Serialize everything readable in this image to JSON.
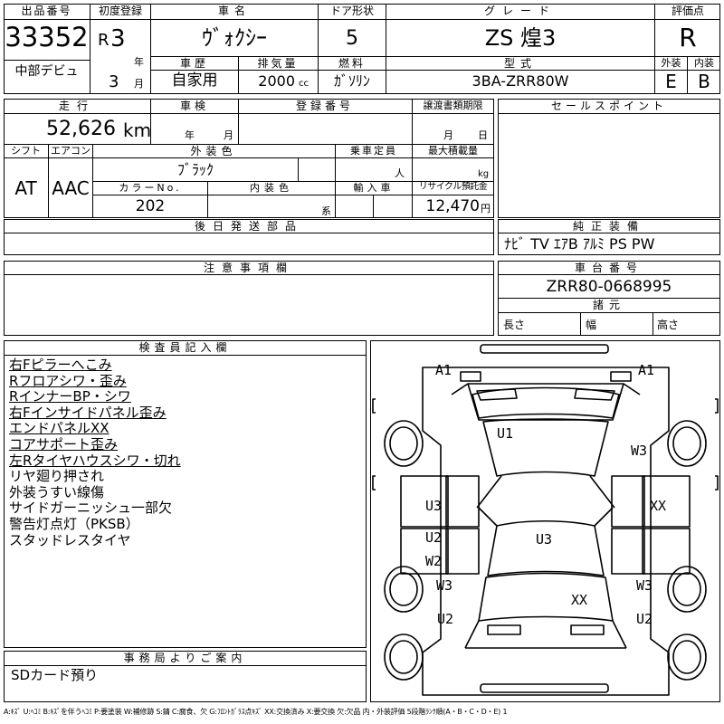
{
  "header": {
    "lot_no_label": "出品番号",
    "lot_no": "33352",
    "auction_house": "中部デビュ",
    "first_reg_label": "初度登録",
    "era": "R",
    "year": "3",
    "year_unit": "年",
    "month": "3",
    "month_unit": "月",
    "car_name_label": "車名",
    "car_name": "ｳﾞｫｸｼｰ",
    "doors_label": "ドア形状",
    "doors": "5",
    "grade_label": "グレード",
    "grade": "ZS 煌3",
    "score_label": "評価点",
    "score": "R",
    "history_label": "車歴",
    "history": "自家用",
    "displacement_label": "排気量",
    "displacement": "2000",
    "displacement_unit": "cc",
    "fuel_label": "燃料",
    "fuel": "ｶﾞｿﾘﾝ",
    "model_code_label": "型式",
    "model_code": "3BA-ZRR80W",
    "exterior_label": "外装",
    "exterior": "E",
    "interior_label": "内装",
    "interior": "B"
  },
  "row2": {
    "mileage_label": "走行",
    "mileage": "52,626",
    "mileage_unit": "km",
    "inspection_label": "車検",
    "inspection_year_unit": "年",
    "inspection_month_unit": "月",
    "reg_no_label": "登録番号",
    "transfer_label": "譲渡書類期限",
    "transfer_month_unit": "月",
    "transfer_day_unit": "日",
    "shift_label": "シフト",
    "shift": "AT",
    "ac_label": "エアコン",
    "ac": "AAC",
    "ext_color_label": "外装色",
    "ext_color": "ﾌﾞﾗｯｸ",
    "capacity_label": "乗車定員",
    "capacity_unit": "人",
    "max_load_label": "最大積載量",
    "max_load_unit": "kg",
    "color_no_label": "カラーNo.",
    "color_no": "202",
    "int_color_label": "内装色",
    "int_color_unit": "系",
    "import_label": "輸入車",
    "recycle_label": "リサイクル預託金",
    "recycle": "12,470",
    "recycle_unit": "円"
  },
  "sales_point": {
    "label": "セールスポイント"
  },
  "parts_later": {
    "label": "後日発送部品"
  },
  "equipment": {
    "label": "純正装備",
    "value": "ﾅﾋﾞ TV ｴｱB ｱﾙﾐ PS PW"
  },
  "caution": {
    "label": "注意事項欄"
  },
  "chassis": {
    "label": "車台番号",
    "value": "ZRR80-0668995",
    "dims_label": "諸元",
    "length_label": "長さ",
    "width_label": "幅",
    "height_label": "高さ"
  },
  "inspector": {
    "label": "検査員記入欄",
    "underlined": [
      "右Fピラーへこみ",
      "Rフロアシワ・歪み",
      "RインナーBP・シワ",
      "右Fインサイドパネル歪み",
      "エンドパネルXX",
      "コアサポート歪み",
      "左Rタイヤハウスシワ・切れ"
    ],
    "plain": [
      "リヤ廻り押され",
      "外装うすい線傷",
      "サイドガーニッシュ一部欠",
      "警告灯点灯（PKSB）",
      "スタッドレスタイヤ"
    ]
  },
  "office": {
    "label": "事務局よりご案内",
    "note": "SDカード預り"
  },
  "diagram": {
    "marks": {
      "a1_left": "A1",
      "a1_right": "A1",
      "u1": "U1",
      "w3_right": "W3",
      "u3_left": "U3",
      "xx_right": "XX",
      "u2_left": "U2",
      "u3_center": "U3",
      "w2": "W2",
      "w3_left": "W3",
      "w3_rear_right": "W3",
      "xx_center": "XX",
      "u2_rear_left": "U2",
      "u2_rear_right": "U2"
    }
  },
  "legend": "A:ｷｽﾞ U:ﾍｺﾐ B:ｷｽﾞを伴うﾍｺﾐ P:要塗装 W:補修跡 S:錆 C:腐食、欠 G:ﾌﾛﾝﾄｶﾞﾗｽ点ｷｽﾞ XX:交換済み X:要交換 欠:欠品 内・外装評価 5段階ﾗﾝｸ順(A・B・C・D・E) 1"
}
